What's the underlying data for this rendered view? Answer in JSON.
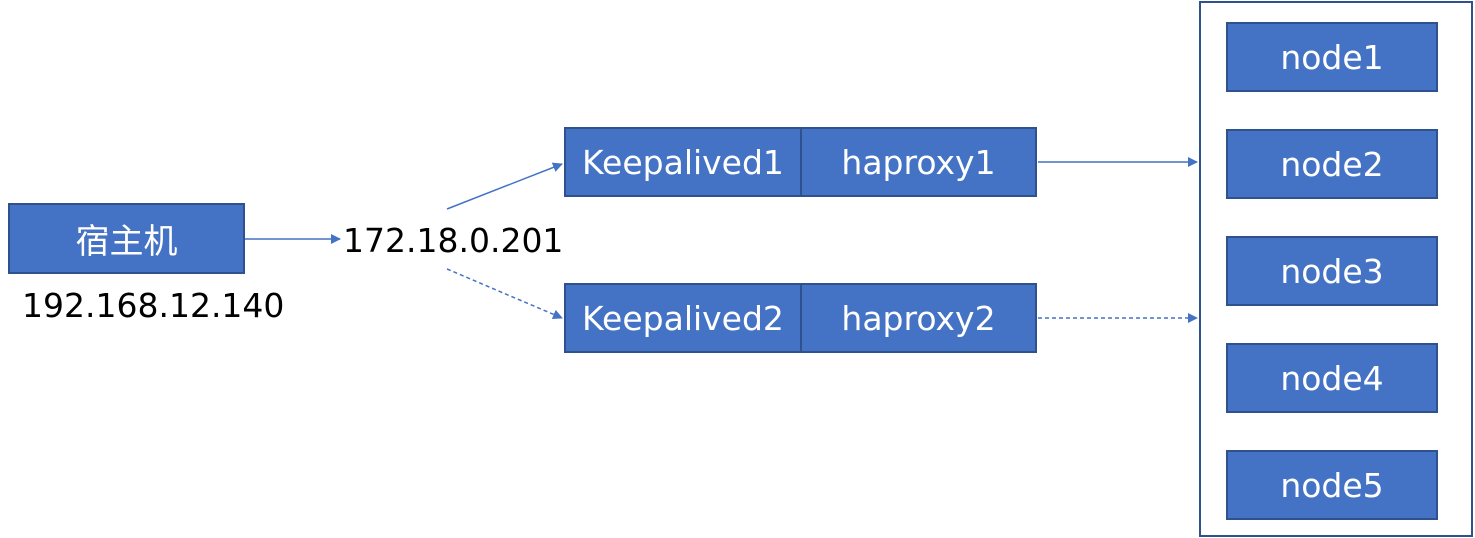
{
  "host": {
    "name": "宿主机",
    "ip": "192.168.12.140"
  },
  "vip": "172.18.0.201",
  "pair1": {
    "keepalived": "Keepalived1",
    "haproxy": "haproxy1"
  },
  "pair2": {
    "keepalived": "Keepalived2",
    "haproxy": "haproxy2"
  },
  "nodes": [
    "node1",
    "node2",
    "node3",
    "node4",
    "node5"
  ],
  "colors": {
    "box_fill": "#4472c4",
    "box_border": "#2f528f",
    "arrow": "#4472c4",
    "box_text": "#ffffff"
  }
}
